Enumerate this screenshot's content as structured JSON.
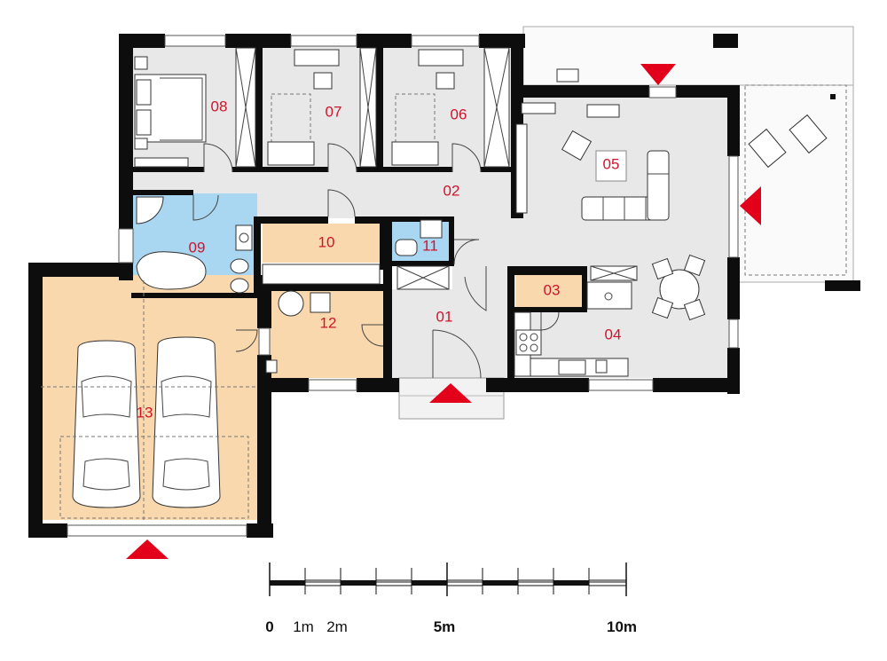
{
  "rooms": [
    {
      "id": "r01",
      "label": "01"
    },
    {
      "id": "r02",
      "label": "02"
    },
    {
      "id": "r03",
      "label": "03"
    },
    {
      "id": "r04",
      "label": "04"
    },
    {
      "id": "r05",
      "label": "05"
    },
    {
      "id": "r06",
      "label": "06"
    },
    {
      "id": "r07",
      "label": "07"
    },
    {
      "id": "r08",
      "label": "08"
    },
    {
      "id": "r09",
      "label": "09"
    },
    {
      "id": "r10",
      "label": "10"
    },
    {
      "id": "r11",
      "label": "11"
    },
    {
      "id": "r12",
      "label": "12"
    },
    {
      "id": "r13",
      "label": "13"
    }
  ],
  "scale": {
    "labels": [
      "0",
      "1m",
      "2m",
      "5m",
      "10m"
    ]
  },
  "colors": {
    "floor_grey": "#e8e8e8",
    "floor_orange": "#fad8ad",
    "floor_blue": "#a9d6f1",
    "wall": "#0d0d0d",
    "room_number": "#d0142c",
    "entrance_arrow": "#e3001b"
  },
  "icons": [
    "entrance-arrow-icon",
    "bed-icon",
    "desk-icon",
    "sofa-icon",
    "car-icon",
    "table-icon",
    "toilet-icon",
    "bathtub-icon",
    "stove-icon",
    "sink-icon"
  ]
}
